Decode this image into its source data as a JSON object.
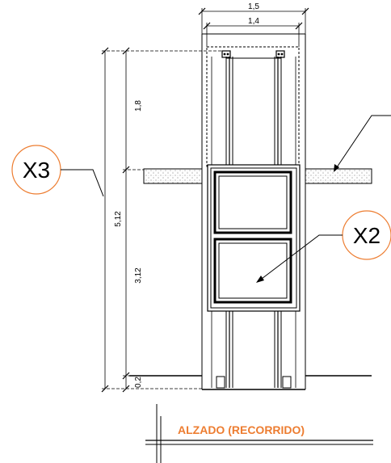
{
  "dimensions": {
    "width_outer": "1,5",
    "width_inner": "1,4",
    "height_upper": "1,8",
    "height_total": "5,12",
    "height_lower": "3,12",
    "height_pit": "0,2"
  },
  "callouts": {
    "left": "X3",
    "right": "X2"
  },
  "title": "ALZADO (RECORRIDO)",
  "colors": {
    "accent": "#ED7D31",
    "line": "#000000"
  }
}
